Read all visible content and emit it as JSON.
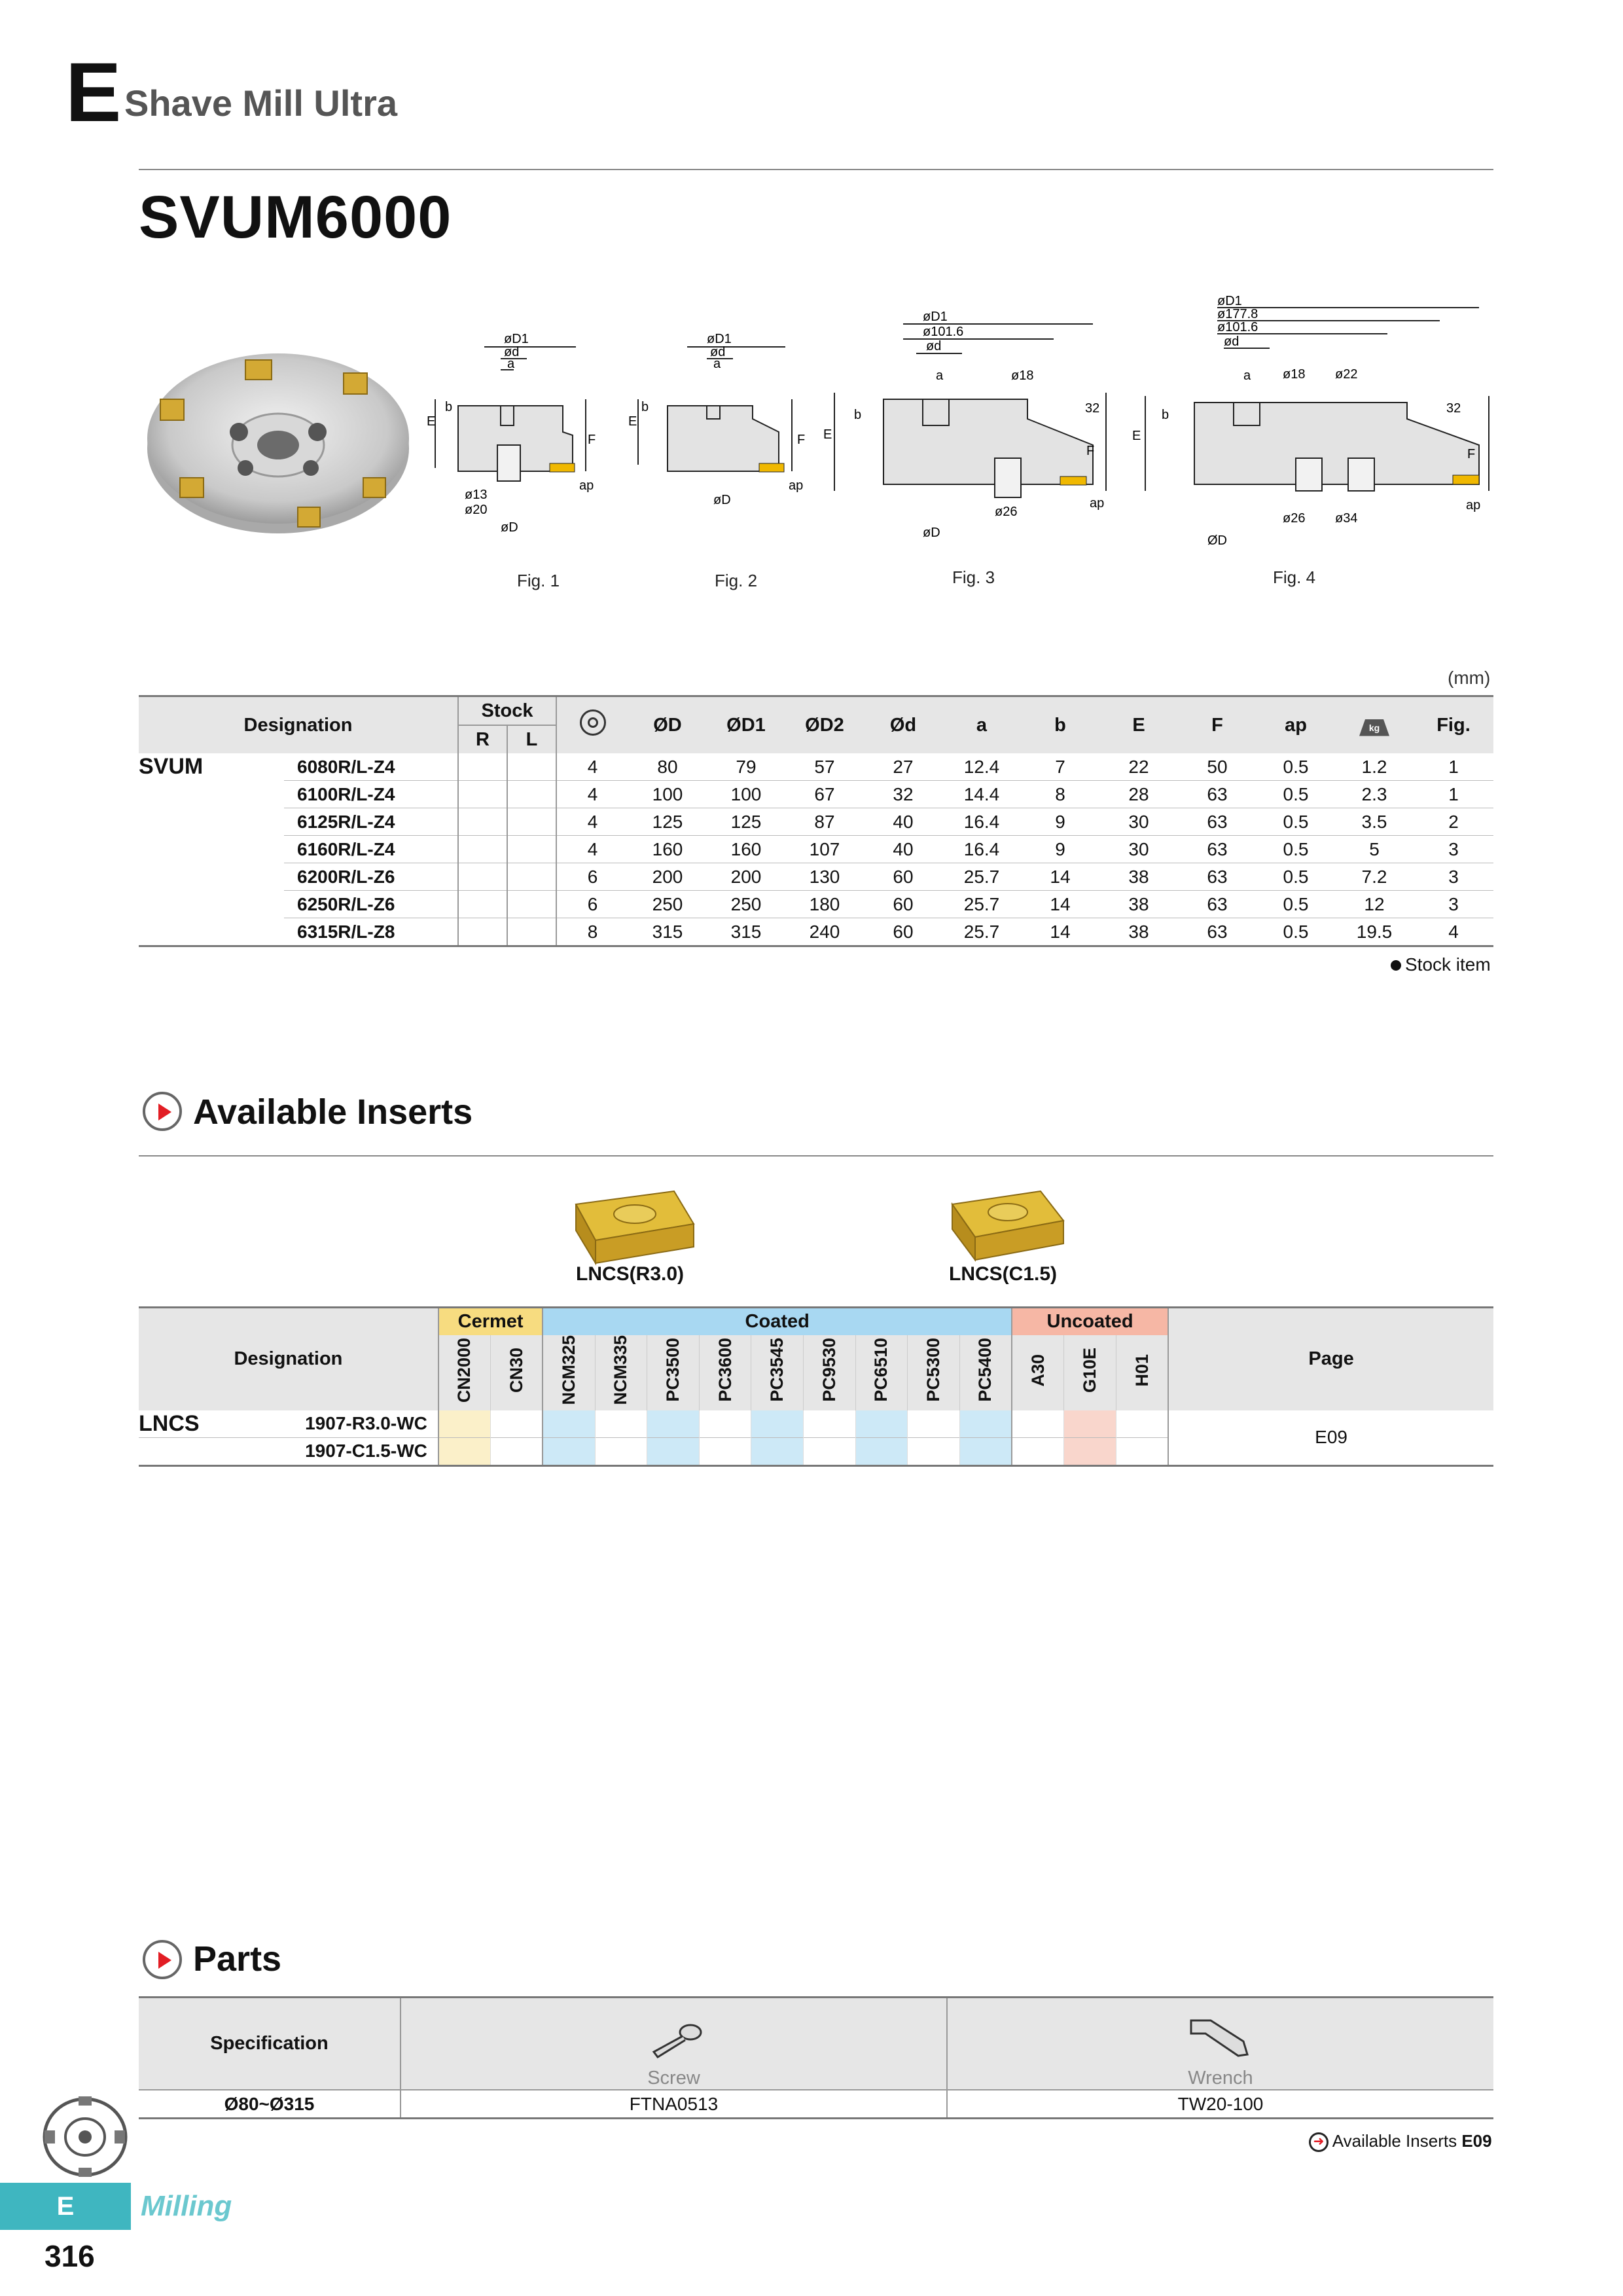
{
  "header": {
    "letter": "E",
    "subtitle": "Shave Mill Ultra"
  },
  "model": "SVUM6000",
  "figures": [
    "Fig. 1",
    "Fig. 2",
    "Fig. 3",
    "Fig. 4"
  ],
  "dims": {
    "d1": "øD1",
    "dd": "ød",
    "a": "a",
    "b": "b",
    "e": "E",
    "f": "F",
    "ap": "ap",
    "dD": "øD",
    "D": "ØD",
    "d13": "ø13",
    "d20": "ø20",
    "d101": "ø101.6",
    "d177": "ø177.8",
    "d18": "ø18",
    "d22": "ø22",
    "d26": "ø26",
    "d34": "ø34",
    "n32": "32"
  },
  "unit": "(mm)",
  "spec_table": {
    "headers": {
      "designation": "Designation",
      "stock": "Stock",
      "r": "R",
      "l": "L",
      "D": "ØD",
      "D1": "ØD1",
      "D2": "ØD2",
      "d": "Ød",
      "a": "a",
      "b": "b",
      "E": "E",
      "F": "F",
      "ap": "ap",
      "fig": "Fig.",
      "kg": "kg"
    },
    "series": "SVUM",
    "rows": [
      [
        "6080R/L-Z4",
        "4",
        "80",
        "79",
        "57",
        "27",
        "12.4",
        "7",
        "22",
        "50",
        "0.5",
        "1.2",
        "1"
      ],
      [
        "6100R/L-Z4",
        "4",
        "100",
        "100",
        "67",
        "32",
        "14.4",
        "8",
        "28",
        "63",
        "0.5",
        "2.3",
        "1"
      ],
      [
        "6125R/L-Z4",
        "4",
        "125",
        "125",
        "87",
        "40",
        "16.4",
        "9",
        "30",
        "63",
        "0.5",
        "3.5",
        "2"
      ],
      [
        "6160R/L-Z4",
        "4",
        "160",
        "160",
        "107",
        "40",
        "16.4",
        "9",
        "30",
        "63",
        "0.5",
        "5",
        "3"
      ],
      [
        "6200R/L-Z6",
        "6",
        "200",
        "200",
        "130",
        "60",
        "25.7",
        "14",
        "38",
        "63",
        "0.5",
        "7.2",
        "3"
      ],
      [
        "6250R/L-Z6",
        "6",
        "250",
        "250",
        "180",
        "60",
        "25.7",
        "14",
        "38",
        "63",
        "0.5",
        "12",
        "3"
      ],
      [
        "6315R/L-Z8",
        "8",
        "315",
        "315",
        "240",
        "60",
        "25.7",
        "14",
        "38",
        "63",
        "0.5",
        "19.5",
        "4"
      ]
    ],
    "legend": "Stock item"
  },
  "inserts_section": {
    "title": "Available Inserts",
    "insert_labels": [
      "LNCS(R3.0)",
      "LNCS(C1.5)"
    ],
    "groups": {
      "cermet": "Cermet",
      "coated": "Coated",
      "uncoated": "Uncoated"
    },
    "grades": [
      "CN2000",
      "CN30",
      "NCM325",
      "NCM335",
      "PC3500",
      "PC3600",
      "PC3545",
      "PC9530",
      "PC6510",
      "PC5300",
      "PC5400",
      "A30",
      "G10E",
      "H01"
    ],
    "headers": {
      "designation": "Designation",
      "page": "Page"
    },
    "series": "LNCS",
    "rows": [
      "1907-R3.0-WC",
      "1907-C1.5-WC"
    ],
    "page": "E09"
  },
  "parts_section": {
    "title": "Parts",
    "headers": {
      "spec": "Specification",
      "screw": "Screw",
      "wrench": "Wrench"
    },
    "row": {
      "spec": "Ø80~Ø315",
      "screw": "FTNA0513",
      "wrench": "TW20-100"
    },
    "ref": {
      "label": "Available Inserts",
      "page": "E09"
    }
  },
  "footer": {
    "tab": "E",
    "section": "Milling",
    "page": "316"
  },
  "colors": {
    "cermet": "#fbf0c9",
    "coated": "#cde9f7",
    "uncoated": "#f9d6cc",
    "accent": "#e21d24",
    "tab": "#3fb6c0"
  }
}
